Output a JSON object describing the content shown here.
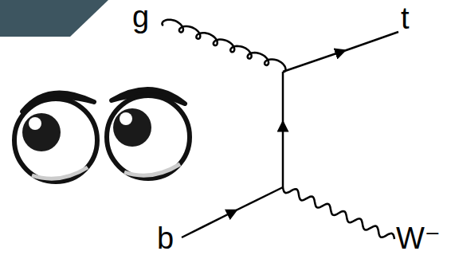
{
  "diagram": {
    "labels": [
      "g",
      "t",
      "b",
      "W⁻"
    ]
  }
}
